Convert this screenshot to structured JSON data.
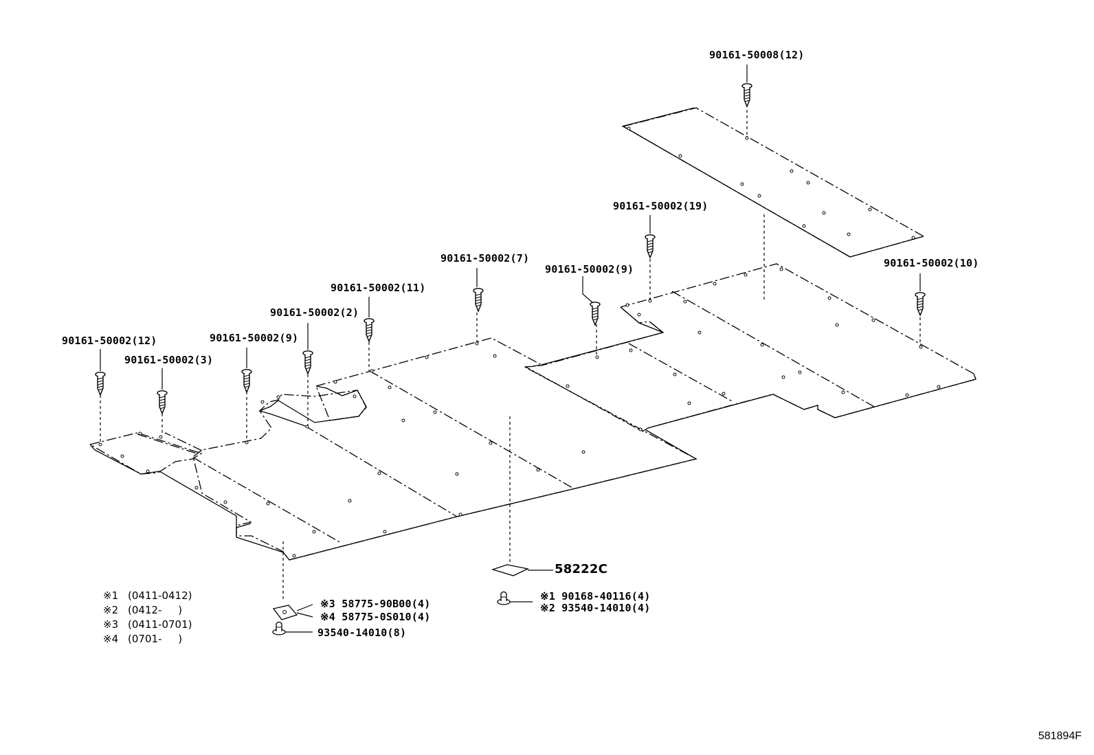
{
  "callouts": {
    "top_screw": "90161-50008(12)",
    "c19": "90161-50002(19)",
    "c10": "90161-50002(10)",
    "c7": "90161-50002(7)",
    "c9_mid": "90161-50002(9)",
    "c11": "90161-50002(11)",
    "c2": "90161-50002(2)",
    "c9_left": "90161-50002(9)",
    "c12": "90161-50002(12)",
    "c3": "90161-50002(3)",
    "plate": "58222C",
    "clip_note1": "※1 90168-40116(4)",
    "clip_note2": "※2 93540-14010(4)",
    "bracket_note3": "※3 58775-90B00(4)",
    "bracket_note4": "※4 58775-0S010(4)",
    "clip_bottom": "93540-14010(8)"
  },
  "legend": [
    {
      "mark": "※1",
      "range": "(0411-0412)"
    },
    {
      "mark": "※2",
      "range": "(0412-     )"
    },
    {
      "mark": "※3",
      "range": "(0411-0701)"
    },
    {
      "mark": "※4",
      "range": "(0701-     )"
    }
  ],
  "figure_id": "581894F",
  "colors": {
    "line": "#000000",
    "background": "#ffffff"
  },
  "icons": [
    "screw-icon",
    "clip-icon",
    "bracket-icon",
    "plate-icon"
  ]
}
